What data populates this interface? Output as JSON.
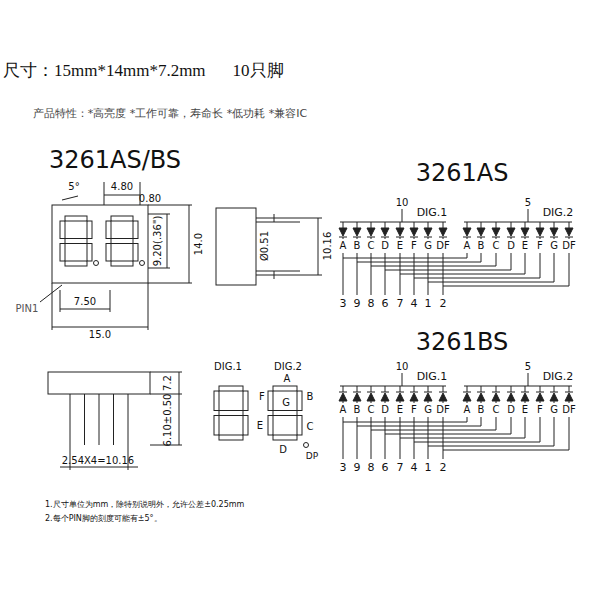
{
  "diagram": {
    "labels": [
      "尺寸：15mm*14mm*7.2mm",
      "10只脚",
      "产品特性：*高亮度 *工作可靠，寿命长 *低功耗 *兼容IC",
      "3261AS/BS",
      "3261AS",
      "5°",
      "4.80",
      "0.80",
      "9.20(.36\")",
      "14.0",
      "Ø0.51",
      "10.16",
      "PIN1",
      "7.50",
      "15.0",
      "10",
      "DIG.1",
      "5",
      "DIG.2",
      "A",
      "B",
      "C",
      "D",
      "E",
      "F",
      "G",
      "DF",
      "A",
      "B",
      "C",
      "D",
      "E",
      "F",
      "G",
      "DF",
      "3",
      "9",
      "8",
      "6",
      "7",
      "4",
      "1",
      "2",
      "3261BS",
      "7.2",
      "6.10±0.50",
      "2.54X4=10.16",
      "DIG.1",
      "DIG.2",
      "A",
      "F",
      "G",
      "B",
      "E",
      "C",
      "D",
      "DP",
      "10",
      "DIG.1",
      "5",
      "DIG.2",
      "A",
      "B",
      "C",
      "D",
      "E",
      "F",
      "G",
      "DF",
      "A",
      "B",
      "C",
      "D",
      "E",
      "F",
      "G",
      "DF",
      "3",
      "9",
      "8",
      "6",
      "7",
      "4",
      "1",
      "2",
      "1.尺寸单位为mm，除特别说明外，允许公差±0.25mm",
      "2.每个PIN脚的刻度可能有±5°。"
    ]
  }
}
